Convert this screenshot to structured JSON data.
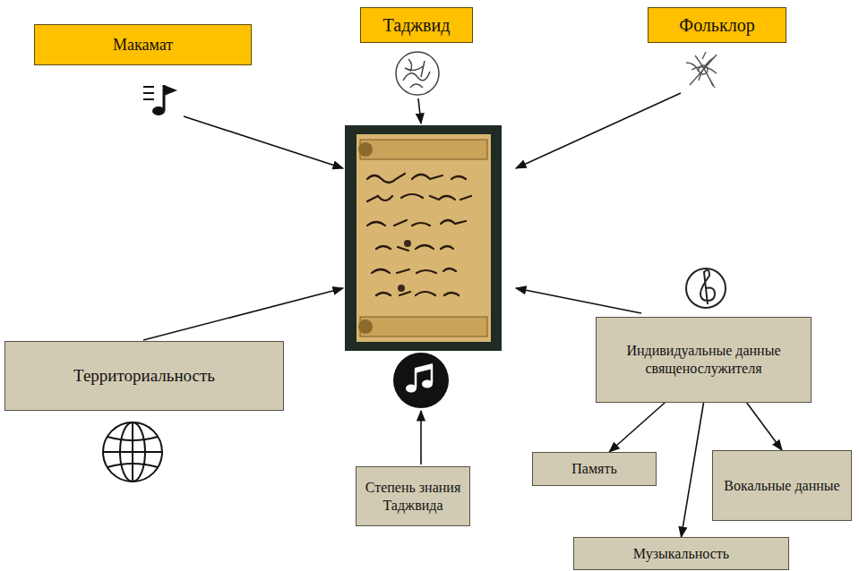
{
  "diagram": {
    "nodes": [
      {
        "text": [
          "Макамат"
        ]
      },
      {
        "text": [
          "Таджвид"
        ]
      },
      {
        "text": [
          "Фольклор"
        ]
      },
      {
        "text": [
          "Территориальность"
        ]
      },
      {
        "text": [
          "Индивидуальные данные священослужителя"
        ]
      },
      {
        "text": [
          "Степень знания Таджвида"
        ]
      },
      {
        "text": [
          "Память"
        ]
      },
      {
        "text": [
          "Вокальные данные"
        ]
      },
      {
        "text": [
          "Музыкальность"
        ]
      }
    ],
    "edges": [
      {
        "from": 4,
        "to": 6,
        "arrow": "to"
      },
      {
        "from": 4,
        "to": 8,
        "arrow": "to"
      },
      {
        "from": 4,
        "to": 7,
        "arrow": "to"
      }
    ]
  }
}
